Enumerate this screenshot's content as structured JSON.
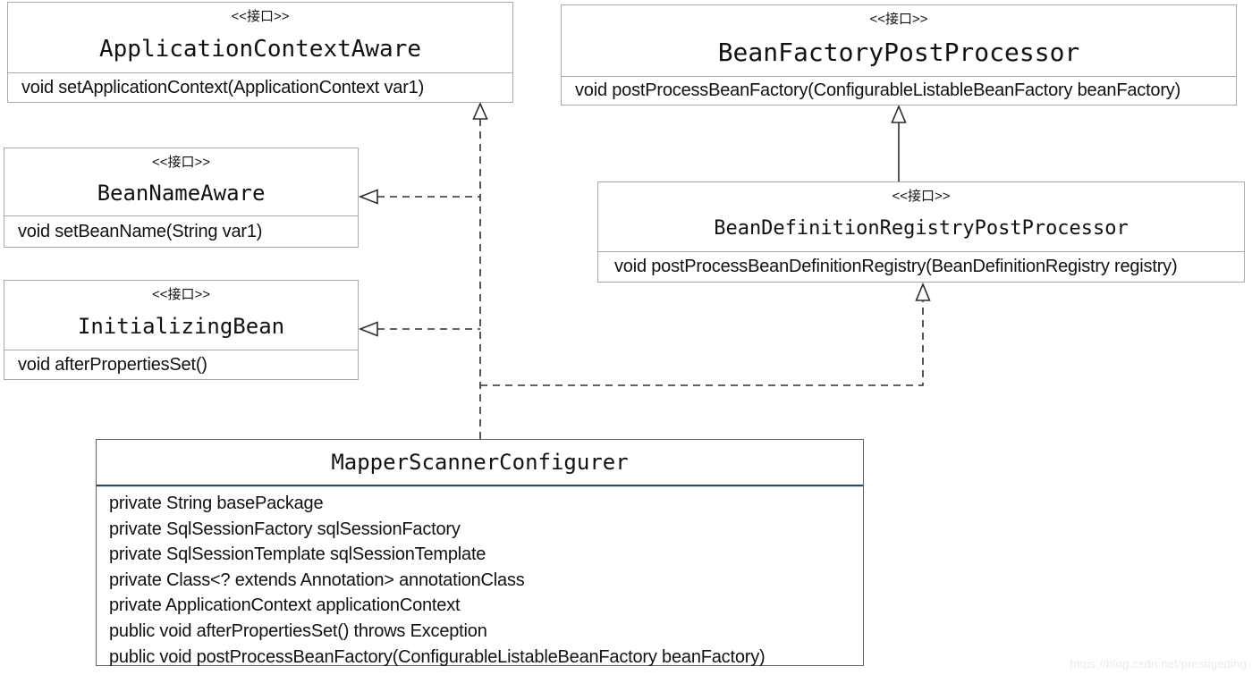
{
  "diagram": {
    "stereotype_label": "<<接口>>",
    "interfaces": {
      "application_context_aware": {
        "name": "ApplicationContextAware",
        "method": "void setApplicationContext(ApplicationContext var1)"
      },
      "bean_factory_post_processor": {
        "name": "BeanFactoryPostProcessor",
        "method": "void postProcessBeanFactory(ConfigurableListableBeanFactory beanFactory)"
      },
      "bean_name_aware": {
        "name": "BeanNameAware",
        "method": "void setBeanName(String var1)"
      },
      "bean_definition_registry_post_processor": {
        "name": "BeanDefinitionRegistryPostProcessor",
        "method": "void postProcessBeanDefinitionRegistry(BeanDefinitionRegistry registry)"
      },
      "initializing_bean": {
        "name": "InitializingBean",
        "method": "void afterPropertiesSet()"
      }
    },
    "main_class": {
      "name": "MapperScannerConfigurer",
      "members": [
        "private String basePackage",
        "private SqlSessionFactory sqlSessionFactory",
        "private SqlSessionTemplate sqlSessionTemplate",
        "private Class<? extends Annotation> annotationClass",
        "private ApplicationContext applicationContext",
        "public void afterPropertiesSet() throws Exception",
        "public void postProcessBeanFactory(ConfigurableListableBeanFactory beanFactory)"
      ]
    },
    "relationships": [
      {
        "from": "MapperScannerConfigurer",
        "to": "ApplicationContextAware",
        "type": "realization",
        "line": "dashed-hollow-triangle"
      },
      {
        "from": "MapperScannerConfigurer",
        "to": "BeanNameAware",
        "type": "realization",
        "line": "dashed-hollow-triangle"
      },
      {
        "from": "MapperScannerConfigurer",
        "to": "InitializingBean",
        "type": "realization",
        "line": "dashed-hollow-triangle"
      },
      {
        "from": "MapperScannerConfigurer",
        "to": "BeanDefinitionRegistryPostProcessor",
        "type": "realization",
        "line": "dashed-hollow-triangle"
      },
      {
        "from": "BeanDefinitionRegistryPostProcessor",
        "to": "BeanFactoryPostProcessor",
        "type": "extension",
        "line": "solid-hollow-triangle"
      }
    ],
    "watermark": "https://blog.csdn.net/prestigeding",
    "colors": {
      "background": "#ffffff",
      "box_border_light": "#a9a9a9",
      "box_border_dark": "#616161",
      "class_divider": "#33475a",
      "connector": "#2e2e2e",
      "text": "#111111",
      "watermark": "#ebebeb"
    }
  }
}
